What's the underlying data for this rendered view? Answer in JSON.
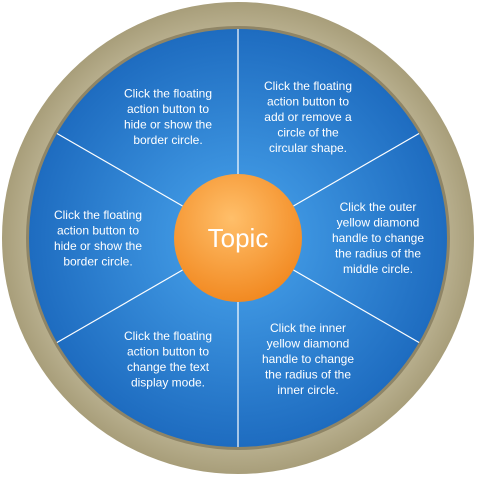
{
  "topic": "Topic",
  "colors": {
    "border_ring": "#a89e7a",
    "segment_blue": "#1e6cc0",
    "segment_blue_light": "#3f97e2",
    "divider": "#ffffff",
    "center_orange": "#f28a22",
    "center_orange_light": "#ffbf6a",
    "text": "#ffffff"
  },
  "segments": [
    {
      "lines": [
        "Click the floating",
        "action button to",
        "add or remove a",
        "circle of the",
        "circular shape."
      ]
    },
    {
      "lines": [
        "Click the outer",
        "yellow diamond",
        "handle to change",
        "the radius of the",
        "middle circle."
      ]
    },
    {
      "lines": [
        "Click the inner",
        "yellow diamond",
        "handle to change",
        "the radius of the",
        "inner circle."
      ]
    },
    {
      "lines": [
        "Click the floating",
        "action button to",
        "change the text",
        "display mode."
      ]
    },
    {
      "lines": [
        "Click the floating",
        "action button to",
        "hide or show the",
        "border circle."
      ]
    },
    {
      "lines": [
        "Click the floating",
        "action button to",
        "hide or show the",
        "border circle."
      ]
    }
  ]
}
